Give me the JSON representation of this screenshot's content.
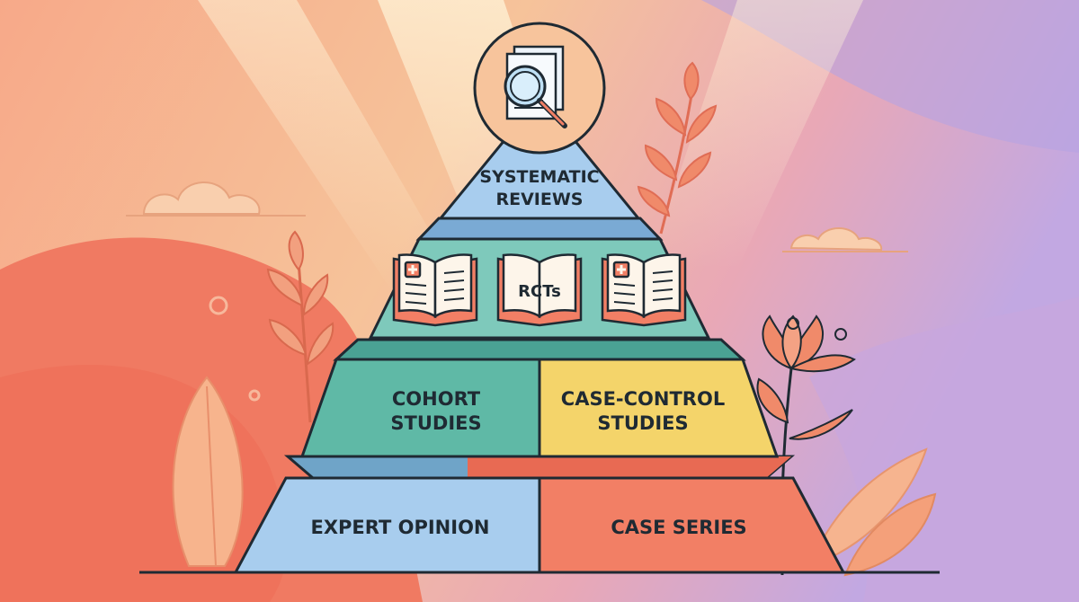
{
  "pyramid": {
    "tiers": [
      {
        "id": "systematic-reviews",
        "lines": [
          "SYSTEMATIC",
          "REVIEWS"
        ],
        "color": "#a8cdee"
      },
      {
        "id": "rcts",
        "lines": [
          "RCTs"
        ],
        "color": "#7ec9bb"
      },
      {
        "id": "cohort-studies",
        "lines": [
          "COHORT",
          "STUDIES"
        ],
        "color": "#5fb9a6"
      },
      {
        "id": "case-control-studies",
        "lines": [
          "CASE-CONTROL",
          "STUDIES"
        ],
        "color": "#f4d46a"
      },
      {
        "id": "expert-opinion",
        "lines": [
          "EXPERT OPINION"
        ],
        "color": "#a8cdee"
      },
      {
        "id": "case-series",
        "lines": [
          "CASE SERIES"
        ],
        "color": "#f27f65"
      }
    ]
  },
  "icons": [
    "magnifying-glass-document-icon",
    "medical-book-icon",
    "plant-icon",
    "flower-icon",
    "cloud-icon"
  ],
  "colors": {
    "outline": "#1f2a33",
    "background_peach": "#f6b48f",
    "background_lilac": "#c4a6e0",
    "background_coral": "#f08a6a"
  }
}
